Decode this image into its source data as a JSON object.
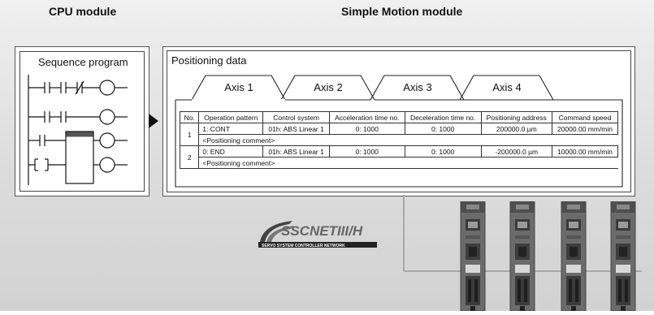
{
  "headers": {
    "cpu": "CPU module",
    "simple_motion": "Simple Motion module"
  },
  "sequence_program": {
    "title": "Sequence program"
  },
  "positioning": {
    "title": "Positioning data",
    "tabs": [
      "Axis 1",
      "Axis 2",
      "Axis 3",
      "Axis 4"
    ],
    "active_tab": "Axis 1",
    "columns": [
      "No.",
      "Operation pattern",
      "Control system",
      "Acceleration time no.",
      "Deceleration time no.",
      "Positioning address",
      "Command speed"
    ],
    "rows": [
      {
        "no": "1",
        "operation_pattern": "1: CONT",
        "control_system": "01h: ABS Linear 1",
        "acceleration": "0: 1000",
        "deceleration": "0: 1000",
        "address": "200000.0 µm",
        "speed": "20000.00 mm/min",
        "comment": "<Positioning comment>"
      },
      {
        "no": "2",
        "operation_pattern": "0: END",
        "control_system": "01h: ABS Linear 1",
        "acceleration": "0: 1000",
        "deceleration": "0: 1000",
        "address": "-200000.0 µm",
        "speed": "10000.00 mm/min",
        "comment": "<Positioning comment>"
      }
    ]
  },
  "network_logo": {
    "name": "SSCNETIII/H",
    "tagline": "SERVO SYSTEM CONTROLLER NETWORK"
  },
  "servo_amplifiers": {
    "count": 4
  },
  "colors": {
    "background": "#dcdcdc",
    "line": "#aaaaaa",
    "amplifier": "#5a5a5a"
  }
}
